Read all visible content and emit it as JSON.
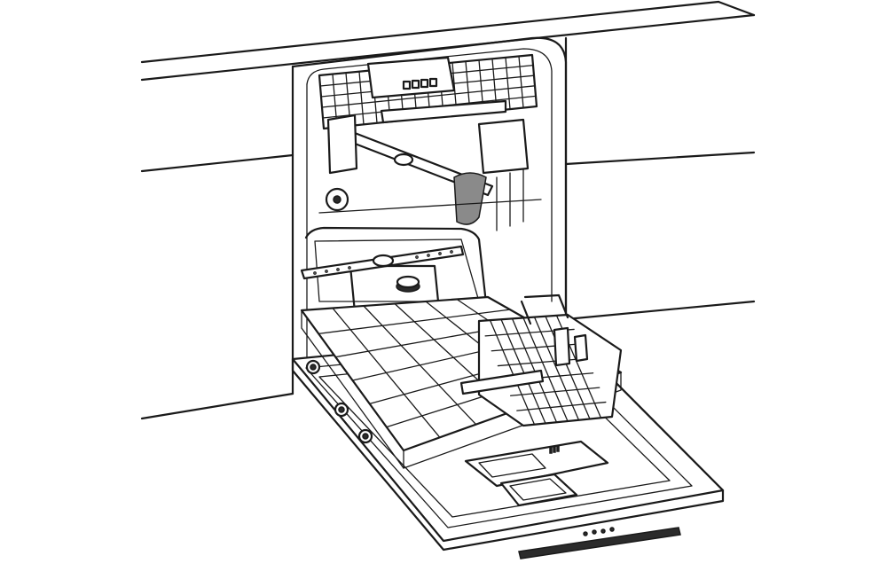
{
  "illustration": {
    "subject": "dishwasher-open-door-line-drawing",
    "colors": {
      "ink": "#1a1a1a",
      "background": "#ffffff",
      "shadow": "#2b2b2b",
      "grey": "#8a8a8a"
    },
    "icons": [
      "cabinet",
      "dishwasher-tub",
      "upper-rack",
      "spray-arm",
      "silverware-basket",
      "detergent-dispenser",
      "door-vent"
    ]
  }
}
